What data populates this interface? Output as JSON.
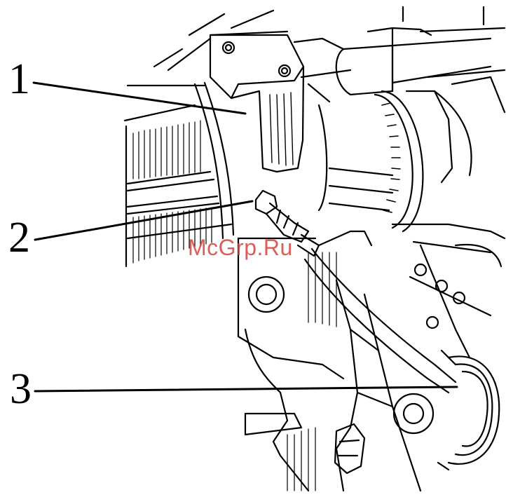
{
  "callouts": [
    {
      "number": "1"
    },
    {
      "number": "2"
    },
    {
      "number": "3"
    }
  ],
  "watermark": {
    "text": "McGrp.Ru",
    "color": "#d8413a"
  },
  "colors": {
    "line": "#000000",
    "background": "#ffffff"
  }
}
